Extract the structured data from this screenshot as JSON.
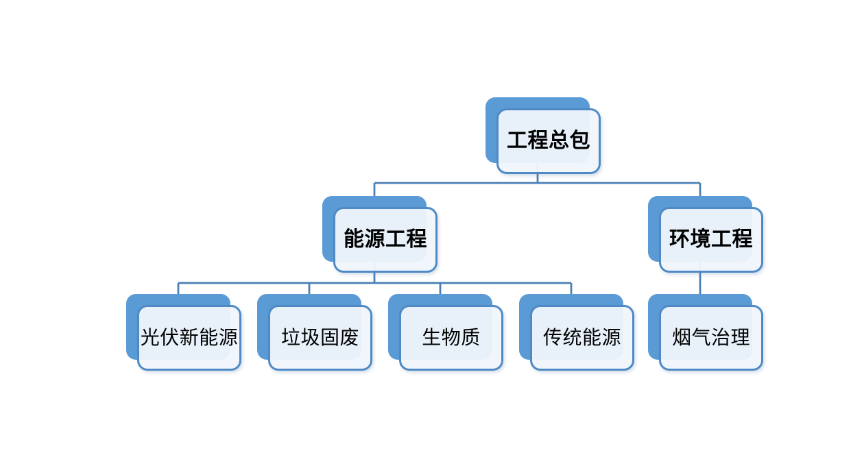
{
  "colors": {
    "background": "#ffffff",
    "node_back_accent": "#5b9bd5",
    "node_card_border": "#4f8ac5",
    "node_card_fill": "#f0f5fc",
    "connector_line": "#4a7eb5",
    "label_text": "#000000"
  },
  "nodes": [
    {
      "id": "general-contracting",
      "label": "工程总包",
      "level": 1
    },
    {
      "id": "energy-engineering",
      "label": "能源工程",
      "level": 2
    },
    {
      "id": "environmental-engineering",
      "label": "环境工程",
      "level": 2
    },
    {
      "id": "pv-new-energy",
      "label": "光伏新能源",
      "level": 3
    },
    {
      "id": "waste-solid",
      "label": "垃圾固废",
      "level": 3
    },
    {
      "id": "biomass",
      "label": "生物质",
      "level": 3
    },
    {
      "id": "traditional-energy",
      "label": "传统能源",
      "level": 3
    },
    {
      "id": "flue-gas-treatment",
      "label": "烟气治理",
      "level": 3
    }
  ],
  "org_chart": {
    "type": "org-tree",
    "root": {
      "label": "工程总包",
      "children": [
        {
          "label": "能源工程",
          "children": [
            {
              "label": "光伏新能源"
            },
            {
              "label": "垃圾固废"
            },
            {
              "label": "生物质"
            },
            {
              "label": "传统能源"
            }
          ]
        },
        {
          "label": "环境工程",
          "children": [
            {
              "label": "烟气治理"
            }
          ]
        }
      ]
    }
  }
}
